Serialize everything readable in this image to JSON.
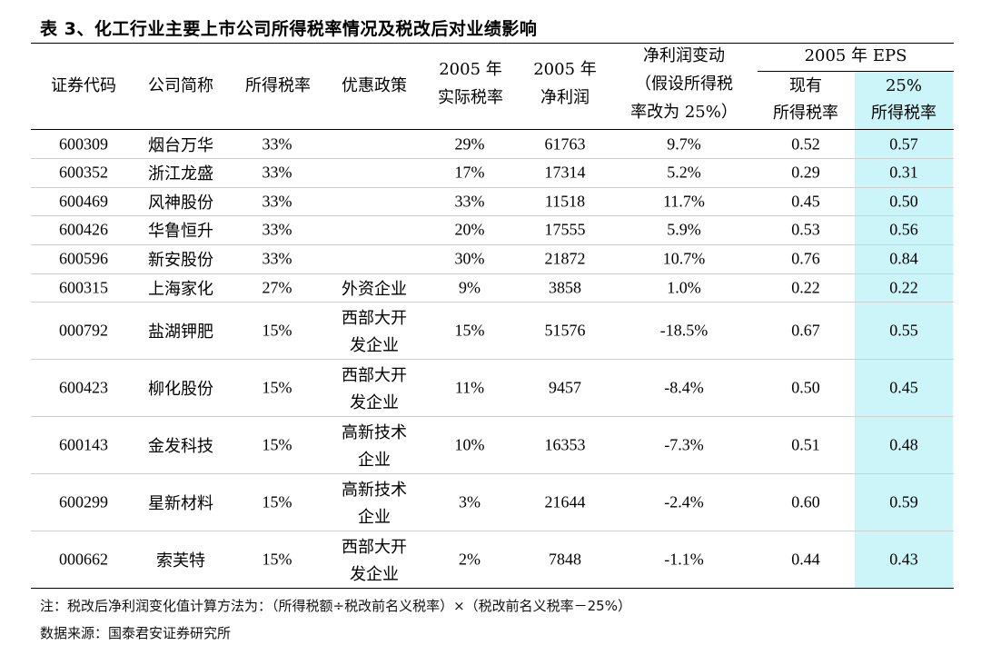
{
  "title": "表 3、化工行业主要上市公司所得税率情况及税改后对业绩影响",
  "headers": {
    "code": "证券代码",
    "name": "公司简称",
    "rate": "所得税率",
    "policy": "优惠政策",
    "actual_line1": "2005 年",
    "actual_line2": "实际税率",
    "profit_line1": "2005 年",
    "profit_line2": "净利润",
    "change_line1": "净利润变动",
    "change_line2": "（假设所得税",
    "change_line3": "率改为 25%）",
    "eps_group": "2005 年 EPS",
    "eps_current_line1": "现有",
    "eps_current_line2": "所得税率",
    "eps_25_line1": "25%",
    "eps_25_line2": "所得税率"
  },
  "rows": [
    {
      "code": "600309",
      "name": "烟台万华",
      "rate": "33%",
      "policy1": "",
      "policy2": "",
      "actual": "29%",
      "profit": "61763",
      "change": "9.7%",
      "eps_current": "0.52",
      "eps_25": "0.57"
    },
    {
      "code": "600352",
      "name": "浙江龙盛",
      "rate": "33%",
      "policy1": "",
      "policy2": "",
      "actual": "17%",
      "profit": "17314",
      "change": "5.2%",
      "eps_current": "0.29",
      "eps_25": "0.31"
    },
    {
      "code": "600469",
      "name": "风神股份",
      "rate": "33%",
      "policy1": "",
      "policy2": "",
      "actual": "33%",
      "profit": "11518",
      "change": "11.7%",
      "eps_current": "0.45",
      "eps_25": "0.50"
    },
    {
      "code": "600426",
      "name": "华鲁恒升",
      "rate": "33%",
      "policy1": "",
      "policy2": "",
      "actual": "20%",
      "profit": "17555",
      "change": "5.9%",
      "eps_current": "0.53",
      "eps_25": "0.56"
    },
    {
      "code": "600596",
      "name": "新安股份",
      "rate": "33%",
      "policy1": "",
      "policy2": "",
      "actual": "30%",
      "profit": "21872",
      "change": "10.7%",
      "eps_current": "0.76",
      "eps_25": "0.84"
    },
    {
      "code": "600315",
      "name": "上海家化",
      "rate": "27%",
      "policy1": "外资企业",
      "policy2": "",
      "actual": "9%",
      "profit": "3858",
      "change": "1.0%",
      "eps_current": "0.22",
      "eps_25": "0.22"
    },
    {
      "code": "000792",
      "name": "盐湖钾肥",
      "rate": "15%",
      "policy1": "西部大开",
      "policy2": "发企业",
      "actual": "15%",
      "profit": "51576",
      "change": "-18.5%",
      "eps_current": "0.67",
      "eps_25": "0.55"
    },
    {
      "code": "600423",
      "name": "柳化股份",
      "rate": "15%",
      "policy1": "西部大开",
      "policy2": "发企业",
      "actual": "11%",
      "profit": "9457",
      "change": "-8.4%",
      "eps_current": "0.50",
      "eps_25": "0.45"
    },
    {
      "code": "600143",
      "name": "金发科技",
      "rate": "15%",
      "policy1": "高新技术",
      "policy2": "企业",
      "actual": "10%",
      "profit": "16353",
      "change": "-7.3%",
      "eps_current": "0.51",
      "eps_25": "0.48"
    },
    {
      "code": "600299",
      "name": "星新材料",
      "rate": "15%",
      "policy1": "高新技术",
      "policy2": "企业",
      "actual": "3%",
      "profit": "21644",
      "change": "-2.4%",
      "eps_current": "0.60",
      "eps_25": "0.59"
    },
    {
      "code": "000662",
      "name": "索芙特",
      "rate": "15%",
      "policy1": "西部大开",
      "policy2": "发企业",
      "actual": "2%",
      "profit": "7848",
      "change": "-1.1%",
      "eps_current": "0.44",
      "eps_25": "0.43"
    }
  ],
  "note": "注：税改后净利润变化值计算方法为：（所得税额÷税改前名义税率）×（税改前名义税率－25%）",
  "source": "数据来源：国泰君安证券研究所",
  "colors": {
    "highlight_column": "#ccf5fa",
    "rule": "#000000"
  }
}
